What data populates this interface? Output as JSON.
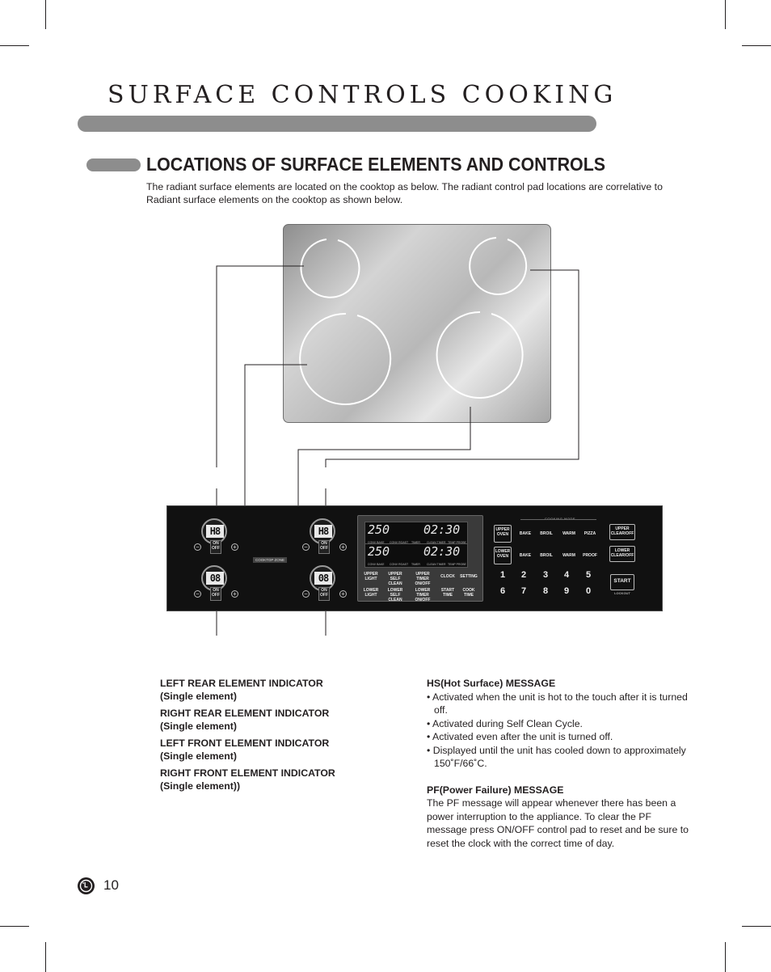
{
  "page": {
    "section_title": "SURFACE CONTROLS COOKING",
    "subsection_title": "LOCATIONS OF SURFACE ELEMENTS AND CONTROLS",
    "intro": "The radiant surface elements are located on the cooktop as below. The radiant control pad locations are correlative to Radiant surface elements on the cooktop as shown below.",
    "page_number": "10",
    "logo_text": "LG"
  },
  "panel": {
    "zone_displays": [
      "H8",
      "H8",
      "08",
      "08"
    ],
    "onoff_label": "ON OFF",
    "minus": "−",
    "plus": "+",
    "zone_label": "COOKTOP ZONE",
    "lcd_temp": "250",
    "lcd_time": "02:30",
    "lcd_row_labels": [
      "CONV BAKE",
      "CONV ROAST",
      "TIMER",
      "CLEAN TIMER",
      "TEMP PROBE"
    ],
    "cooking_mode_label": "COOKING MODE",
    "oven_select": [
      "UPPER OVEN",
      "LOWER OVEN"
    ],
    "upper_modes": [
      "BAKE",
      "BROIL",
      "WARM",
      "PIZZA"
    ],
    "lower_modes": [
      "BAKE",
      "BROIL",
      "WARM",
      "PROOF"
    ],
    "upper_clear": "UPPER CLEAR/OFF",
    "lower_clear": "LOWER CLEAR/OFF",
    "start": "START",
    "lockout": "LOCKOUT",
    "func_row1": [
      "UPPER LIGHT",
      "UPPER SELF CLEAN",
      "UPPER TIMER ON/OFF",
      "CLOCK",
      "SETTING"
    ],
    "func_row2": [
      "LOWER LIGHT",
      "LOWER SELF CLEAN",
      "LOWER TIMER ON/OFF",
      "START TIME",
      "COOK TIME"
    ],
    "digits_row1": [
      "1",
      "2",
      "3",
      "4",
      "5"
    ],
    "digits_row2": [
      "6",
      "7",
      "8",
      "9",
      "0"
    ]
  },
  "indicators": [
    {
      "title": "LEFT REAR ELEMENT INDICATOR",
      "note": "(Single element)"
    },
    {
      "title": "RIGHT REAR ELEMENT INDICATOR",
      "note": "(Single element)"
    },
    {
      "title": "LEFT FRONT ELEMENT INDICATOR",
      "note": "(Single element)"
    },
    {
      "title": "RIGHT FRONT ELEMENT INDICATOR",
      "note": "(Single element))"
    }
  ],
  "hs": {
    "title": "HS(Hot Surface) MESSAGE",
    "bullets": [
      "• Activated when the unit is hot to the touch after it is turned off.",
      "• Activated during Self Clean Cycle.",
      "• Activated even after the unit is turned off.",
      "• Displayed until the unit has cooled down to approximately 150˚F/66˚C."
    ]
  },
  "pf": {
    "title": "PF(Power Failure) MESSAGE",
    "text": "The PF message will appear whenever there has been a power interruption to the appliance. To clear the PF message press ON/OFF control pad to reset and be sure to reset the clock with the correct time of day."
  }
}
